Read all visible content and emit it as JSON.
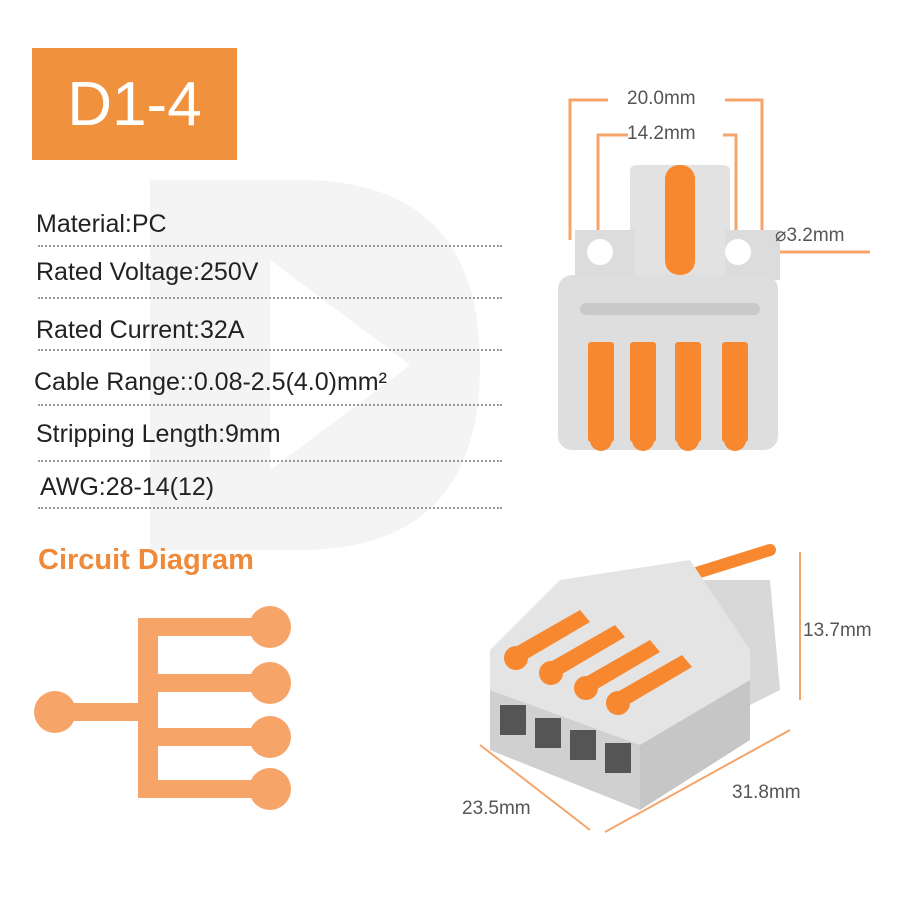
{
  "model": "D1-4",
  "specs": [
    "Material:PC",
    "Rated Voltage:250V",
    "Rated Current:32A",
    "Cable Range::0.08-2.5(4.0)mm²",
    "Stripping Length:9mm",
    "AWG:28-14(12)"
  ],
  "circuit_title": "Circuit Diagram",
  "dimensions": {
    "outer_width": "20.0mm",
    "hole_spacing": "14.2mm",
    "hole_diameter": "⌀3.2mm",
    "height": "13.7mm",
    "length": "31.8mm",
    "depth": "23.5mm"
  },
  "colors": {
    "accent": "#F0913E",
    "diagram": "#F7A468",
    "lever": "#F7882F",
    "body": "#DCDCDC"
  }
}
